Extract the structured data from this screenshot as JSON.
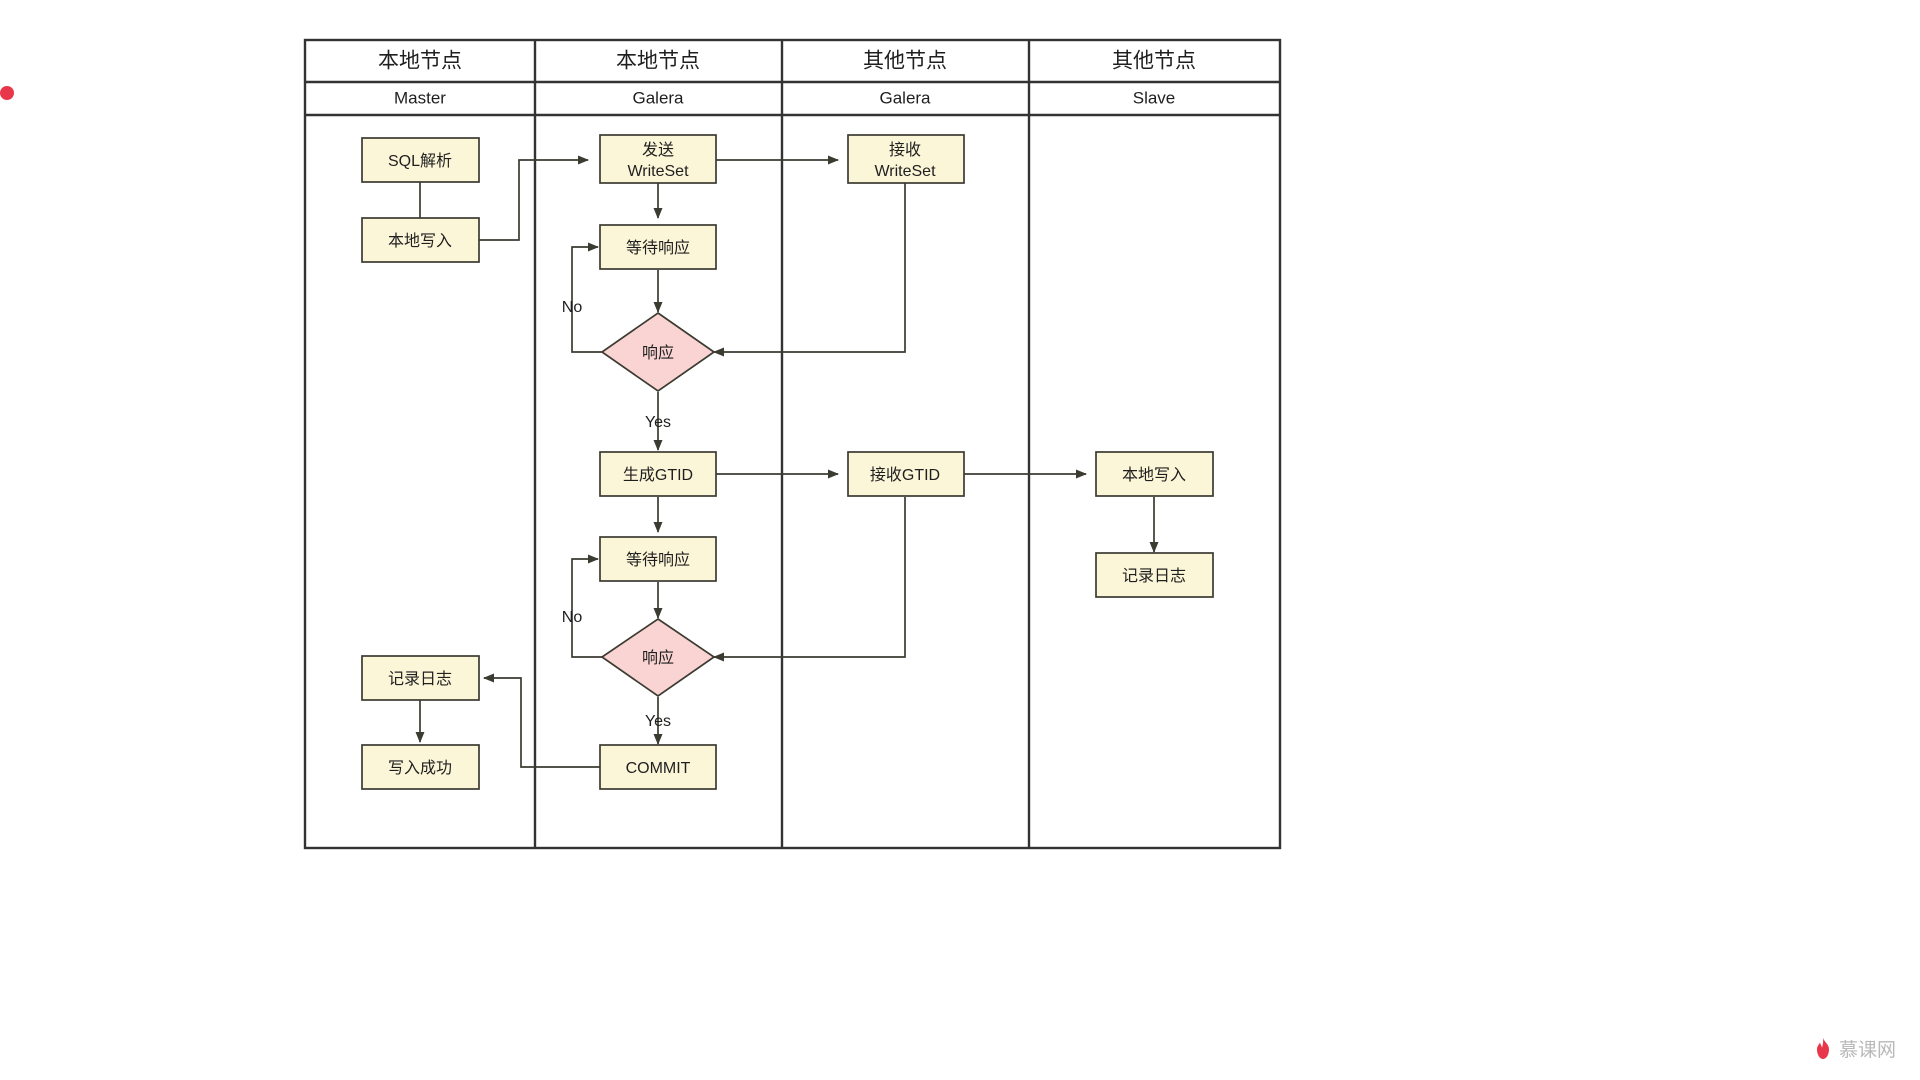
{
  "diagram": {
    "type": "swimlane-flowchart",
    "lanes": [
      {
        "title": "本地节点",
        "role": "Master"
      },
      {
        "title": "本地节点",
        "role": "Galera"
      },
      {
        "title": "其他节点",
        "role": "Galera"
      },
      {
        "title": "其他节点",
        "role": "Slave"
      }
    ],
    "nodes": [
      {
        "id": "sql_parse",
        "lane": 0,
        "shape": "process",
        "label": "SQL解析"
      },
      {
        "id": "local_write_m",
        "lane": 0,
        "shape": "process",
        "label": "本地写入"
      },
      {
        "id": "log_master",
        "lane": 0,
        "shape": "process",
        "label": "记录日志"
      },
      {
        "id": "write_ok",
        "lane": 0,
        "shape": "process",
        "label": "写入成功"
      },
      {
        "id": "send_ws",
        "lane": 1,
        "shape": "process",
        "label_line1": "发送",
        "label_line2": "WriteSet"
      },
      {
        "id": "wait_resp_1",
        "lane": 1,
        "shape": "process",
        "label": "等待响应"
      },
      {
        "id": "resp_1",
        "lane": 1,
        "shape": "decision",
        "label": "响应"
      },
      {
        "id": "gen_gtid",
        "lane": 1,
        "shape": "process",
        "label": "生成GTID"
      },
      {
        "id": "wait_resp_2",
        "lane": 1,
        "shape": "process",
        "label": "等待响应"
      },
      {
        "id": "resp_2",
        "lane": 1,
        "shape": "decision",
        "label": "响应"
      },
      {
        "id": "commit",
        "lane": 1,
        "shape": "process",
        "label": "COMMIT"
      },
      {
        "id": "recv_ws",
        "lane": 2,
        "shape": "process",
        "label_line1": "接收",
        "label_line2": "WriteSet"
      },
      {
        "id": "recv_gtid",
        "lane": 2,
        "shape": "process",
        "label": "接收GTID"
      },
      {
        "id": "local_write_s",
        "lane": 3,
        "shape": "process",
        "label": "本地写入"
      },
      {
        "id": "log_slave",
        "lane": 3,
        "shape": "process",
        "label": "记录日志"
      }
    ],
    "edge_labels": {
      "no_1": "No",
      "yes_1": "Yes",
      "no_2": "No",
      "yes_2": "Yes"
    },
    "edges": [
      {
        "from": "sql_parse",
        "to": "local_write_m"
      },
      {
        "from": "local_write_m",
        "to": "send_ws"
      },
      {
        "from": "send_ws",
        "to": "wait_resp_1"
      },
      {
        "from": "send_ws",
        "to": "recv_ws"
      },
      {
        "from": "wait_resp_1",
        "to": "resp_1"
      },
      {
        "from": "resp_1",
        "to": "wait_resp_1",
        "label": "No"
      },
      {
        "from": "recv_ws",
        "to": "resp_1"
      },
      {
        "from": "resp_1",
        "to": "gen_gtid",
        "label": "Yes"
      },
      {
        "from": "gen_gtid",
        "to": "recv_gtid"
      },
      {
        "from": "gen_gtid",
        "to": "wait_resp_2"
      },
      {
        "from": "recv_gtid",
        "to": "local_write_s"
      },
      {
        "from": "local_write_s",
        "to": "log_slave"
      },
      {
        "from": "wait_resp_2",
        "to": "resp_2"
      },
      {
        "from": "resp_2",
        "to": "wait_resp_2",
        "label": "No"
      },
      {
        "from": "recv_gtid",
        "to": "resp_2"
      },
      {
        "from": "resp_2",
        "to": "commit",
        "label": "Yes"
      },
      {
        "from": "commit",
        "to": "log_master"
      },
      {
        "from": "log_master",
        "to": "write_ok"
      }
    ]
  },
  "watermark": {
    "text": "慕课网"
  },
  "colors": {
    "process_fill": "#fcf6d8",
    "decision_fill": "#f9d4d2",
    "stroke": "#3c3b32",
    "frame": "#333333",
    "watermark": "#b9b9b9",
    "accent_dot": "#e8374a"
  }
}
